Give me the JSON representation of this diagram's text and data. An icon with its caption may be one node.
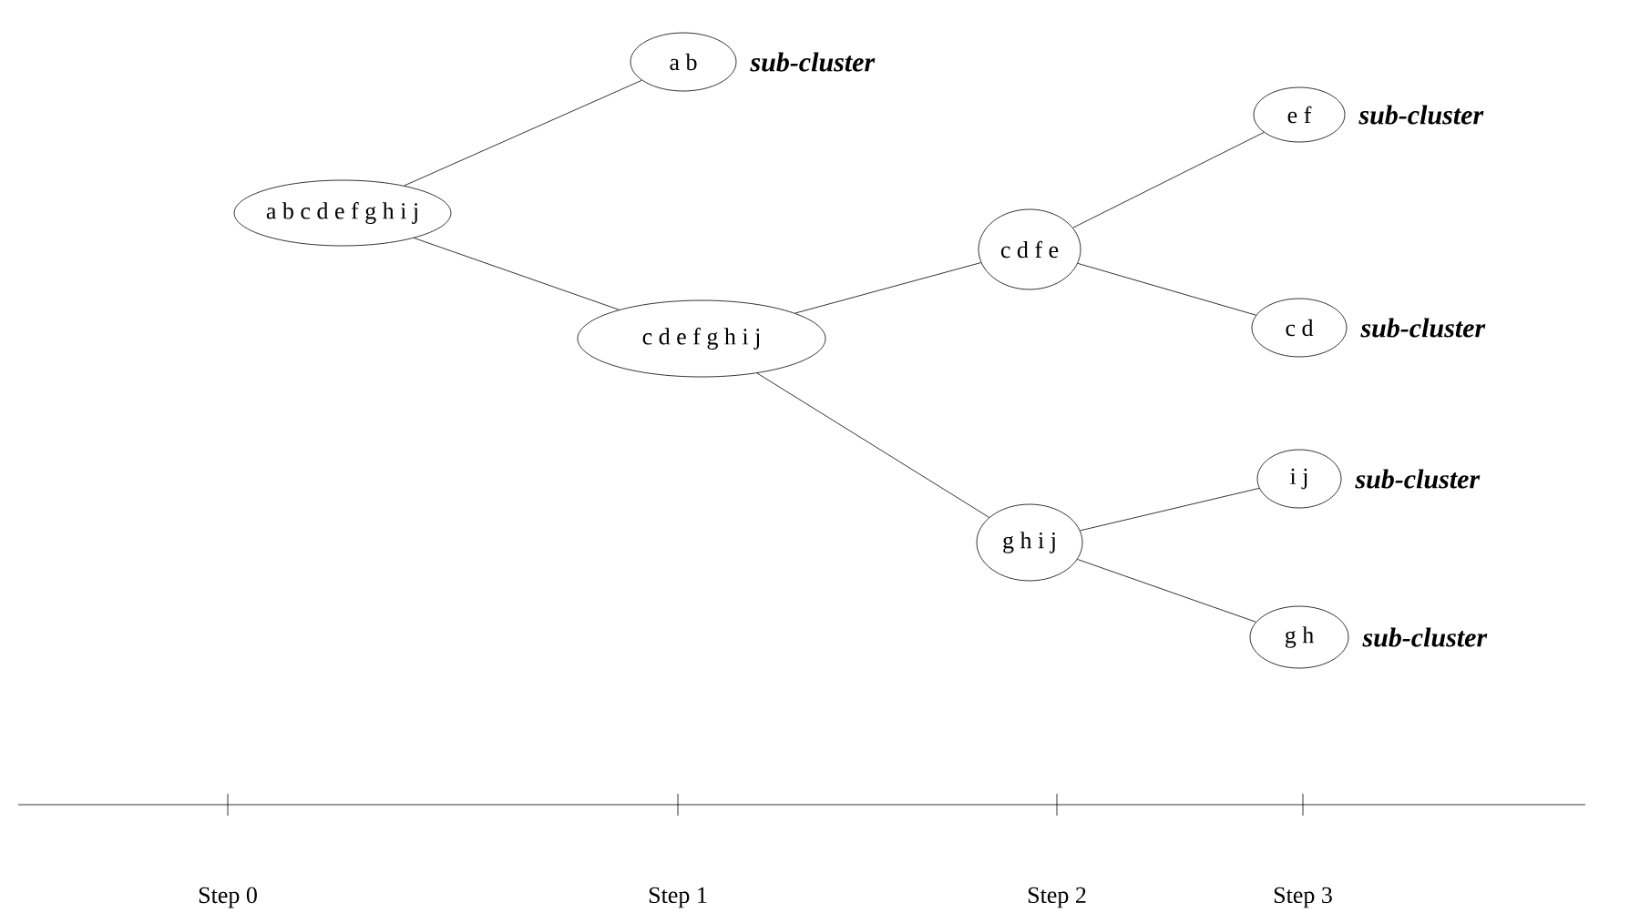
{
  "diagram": {
    "nodes": [
      {
        "text": [
          "a b c d e f g h i j"
        ]
      },
      {
        "text": [
          "a b"
        ],
        "beside": [
          "sub-cluster"
        ]
      },
      {
        "text": [
          "c d e f g h i j"
        ]
      },
      {
        "text": [
          "c d f e"
        ]
      },
      {
        "text": [
          "e f"
        ],
        "beside": [
          "sub-cluster"
        ]
      },
      {
        "text": [
          "c d"
        ],
        "beside": [
          "sub-cluster"
        ]
      },
      {
        "text": [
          "g h i j"
        ]
      },
      {
        "text": [
          "i j"
        ],
        "beside": [
          "sub-cluster"
        ]
      },
      {
        "text": [
          "g h"
        ],
        "beside": [
          "sub-cluster"
        ]
      }
    ],
    "edges": [
      {
        "from": 0,
        "to": 1,
        "arrow": "none"
      },
      {
        "from": 0,
        "to": 2,
        "arrow": "none"
      },
      {
        "from": 2,
        "to": 3,
        "arrow": "none"
      },
      {
        "from": 2,
        "to": 6,
        "arrow": "none"
      },
      {
        "from": 3,
        "to": 4,
        "arrow": "none"
      },
      {
        "from": 3,
        "to": 5,
        "arrow": "none"
      },
      {
        "from": 6,
        "to": 7,
        "arrow": "none"
      },
      {
        "from": 6,
        "to": 8,
        "arrow": "none"
      }
    ],
    "labels": [
      "Step 0",
      "Step 1",
      "Step 2",
      "Step 3"
    ]
  }
}
